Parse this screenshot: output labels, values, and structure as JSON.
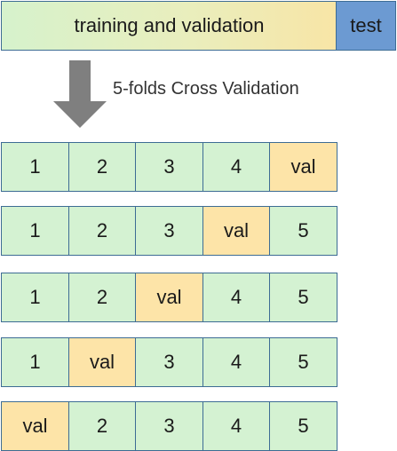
{
  "header": {
    "train_label": "training and validation",
    "test_label": "test"
  },
  "caption": "5-folds Cross Validation",
  "colors": {
    "train_fold": "#d4f2d2",
    "val_fold": "#fde4a8",
    "test": "#6c9ad2",
    "arrow": "#7f7f7f",
    "border": "#3d6c94"
  },
  "folds": [
    [
      "1",
      "2",
      "3",
      "4",
      "val"
    ],
    [
      "1",
      "2",
      "3",
      "val",
      "5"
    ],
    [
      "1",
      "2",
      "val",
      "4",
      "5"
    ],
    [
      "1",
      "val",
      "3",
      "4",
      "5"
    ],
    [
      "val",
      "2",
      "3",
      "4",
      "5"
    ]
  ]
}
